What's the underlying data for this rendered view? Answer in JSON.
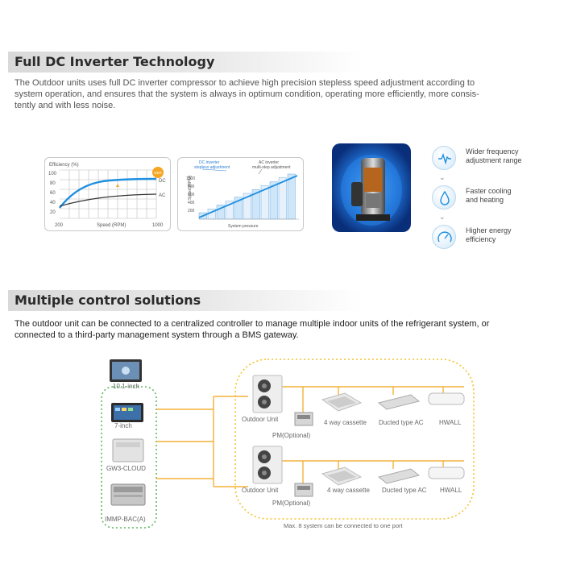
{
  "section1": {
    "title": "Full DC Inverter Technology",
    "line1": "The Outdoor units uses full DC inverter compressor to achieve high precision stepless speed adjustment according to",
    "line2": "system operation, and ensures that the system is always in optimum condition, operating more efficiently, more consis-",
    "line3": "tently and with less noise."
  },
  "efficiency_chart": {
    "title": "Efficiency (%)",
    "y_ticks": [
      "100",
      "80",
      "60",
      "40",
      "20"
    ],
    "x_ticks": [
      "200",
      "1000"
    ],
    "xlabel": "Speed (RPM)",
    "badge": "EER",
    "dc_label": "DC",
    "ac_label": "AC"
  },
  "speed_chart": {
    "dc_label_1": "DC inverter",
    "dc_label_2": "stepless adjustment",
    "ac_label_1": "AC inverter",
    "ac_label_2": "multi-step adjustment",
    "ylabel": "Speed (RPM)",
    "y_ticks": [
      "1000",
      "800",
      "600",
      "400",
      "200"
    ],
    "xlabel": "System pressure"
  },
  "features": [
    {
      "label_1": "Wider frequency",
      "label_2": "adjustment range"
    },
    {
      "label_1": "Faster cooling",
      "label_2": "and heating"
    },
    {
      "label_1": "Higher energy",
      "label_2": "efficiency"
    }
  ],
  "section2": {
    "title": "Multiple control solutions",
    "line1": "The outdoor unit can be connected to a centralized controller to manage multiple indoor units of the refrigerant system, or",
    "line2": "connected to a third-party management system through a BMS gateway."
  },
  "diagram": {
    "controller_top": "10.1-inch",
    "controller_7": "7-inch",
    "gateway": "GW3-CLOUD",
    "bms": "IMMP-BAC(A)",
    "outdoor_1": "Outdoor Unit",
    "pm_1": "PM(Optional)",
    "cassette_1": "4 way cassette",
    "ducted_1": "Ducted type AC",
    "hwall_1": "HWALL",
    "outdoor_2": "Outdoor Unit",
    "pm_2": "PM(Optional)",
    "cassette_2": "4 way cassette",
    "ducted_2": "Ducted type AC",
    "hwall_2": "HWALL",
    "note": "Max. 8 system can be connected to one port"
  },
  "colors": {
    "accent_blue": "#1f8fe0",
    "dashed_yellow": "#f2c230",
    "dashed_green": "#5cb85c",
    "badge_orange": "#f5a623"
  }
}
